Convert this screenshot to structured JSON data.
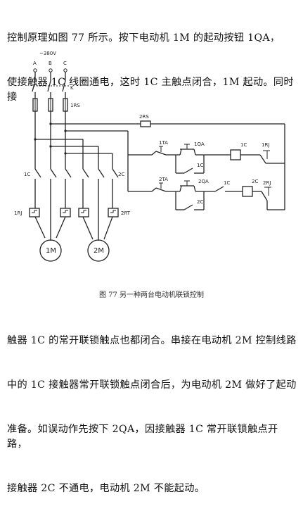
{
  "text": {
    "top_line1": "控制原理如图 77 所示。按下电动机 1M 的起动按钮 1QA，",
    "top_line2": "使接触器 1C 线圈通电，这时 1C 主触点闭合，1M 起动。同时接",
    "caption": "图 77 另一种两台电动机联锁控制",
    "bottom_line1": "触器 1C 的常开联锁触点也都闭合。串接在电动机 2M 控制线路",
    "bottom_line2": "中的 1C 接触器常开联锁触点闭合后，为电动机 2M 做好了起动",
    "bottom_line3": "准备。如误动作先按下 2QA，因接触器 1C 常开联锁触点开路，",
    "bottom_line4": "接触器 2C 不通电，电动机 2M 不能起动。"
  },
  "diagram": {
    "supply": "~380V",
    "phase_a": "A",
    "phase_b": "B",
    "phase_c": "C",
    "main_switch": "K",
    "fuse": "1RS",
    "ctrl_fuse": "2RS",
    "stop_button": "1TA",
    "start_1": "1QA",
    "hold_1": "1C",
    "coil_1": "1C",
    "relay_1": "1RJ",
    "stop_2": "2TA",
    "start_2": "2QA",
    "interlock": "1C",
    "hold_2": "2C",
    "coil_2": "2C",
    "relay_2": "2RJ",
    "contactor_1": "1C",
    "contactor_2": "2C",
    "thermal_1": "1RJ",
    "thermal_2": "2RT",
    "motor_1": "1M",
    "motor_2": "2M"
  }
}
